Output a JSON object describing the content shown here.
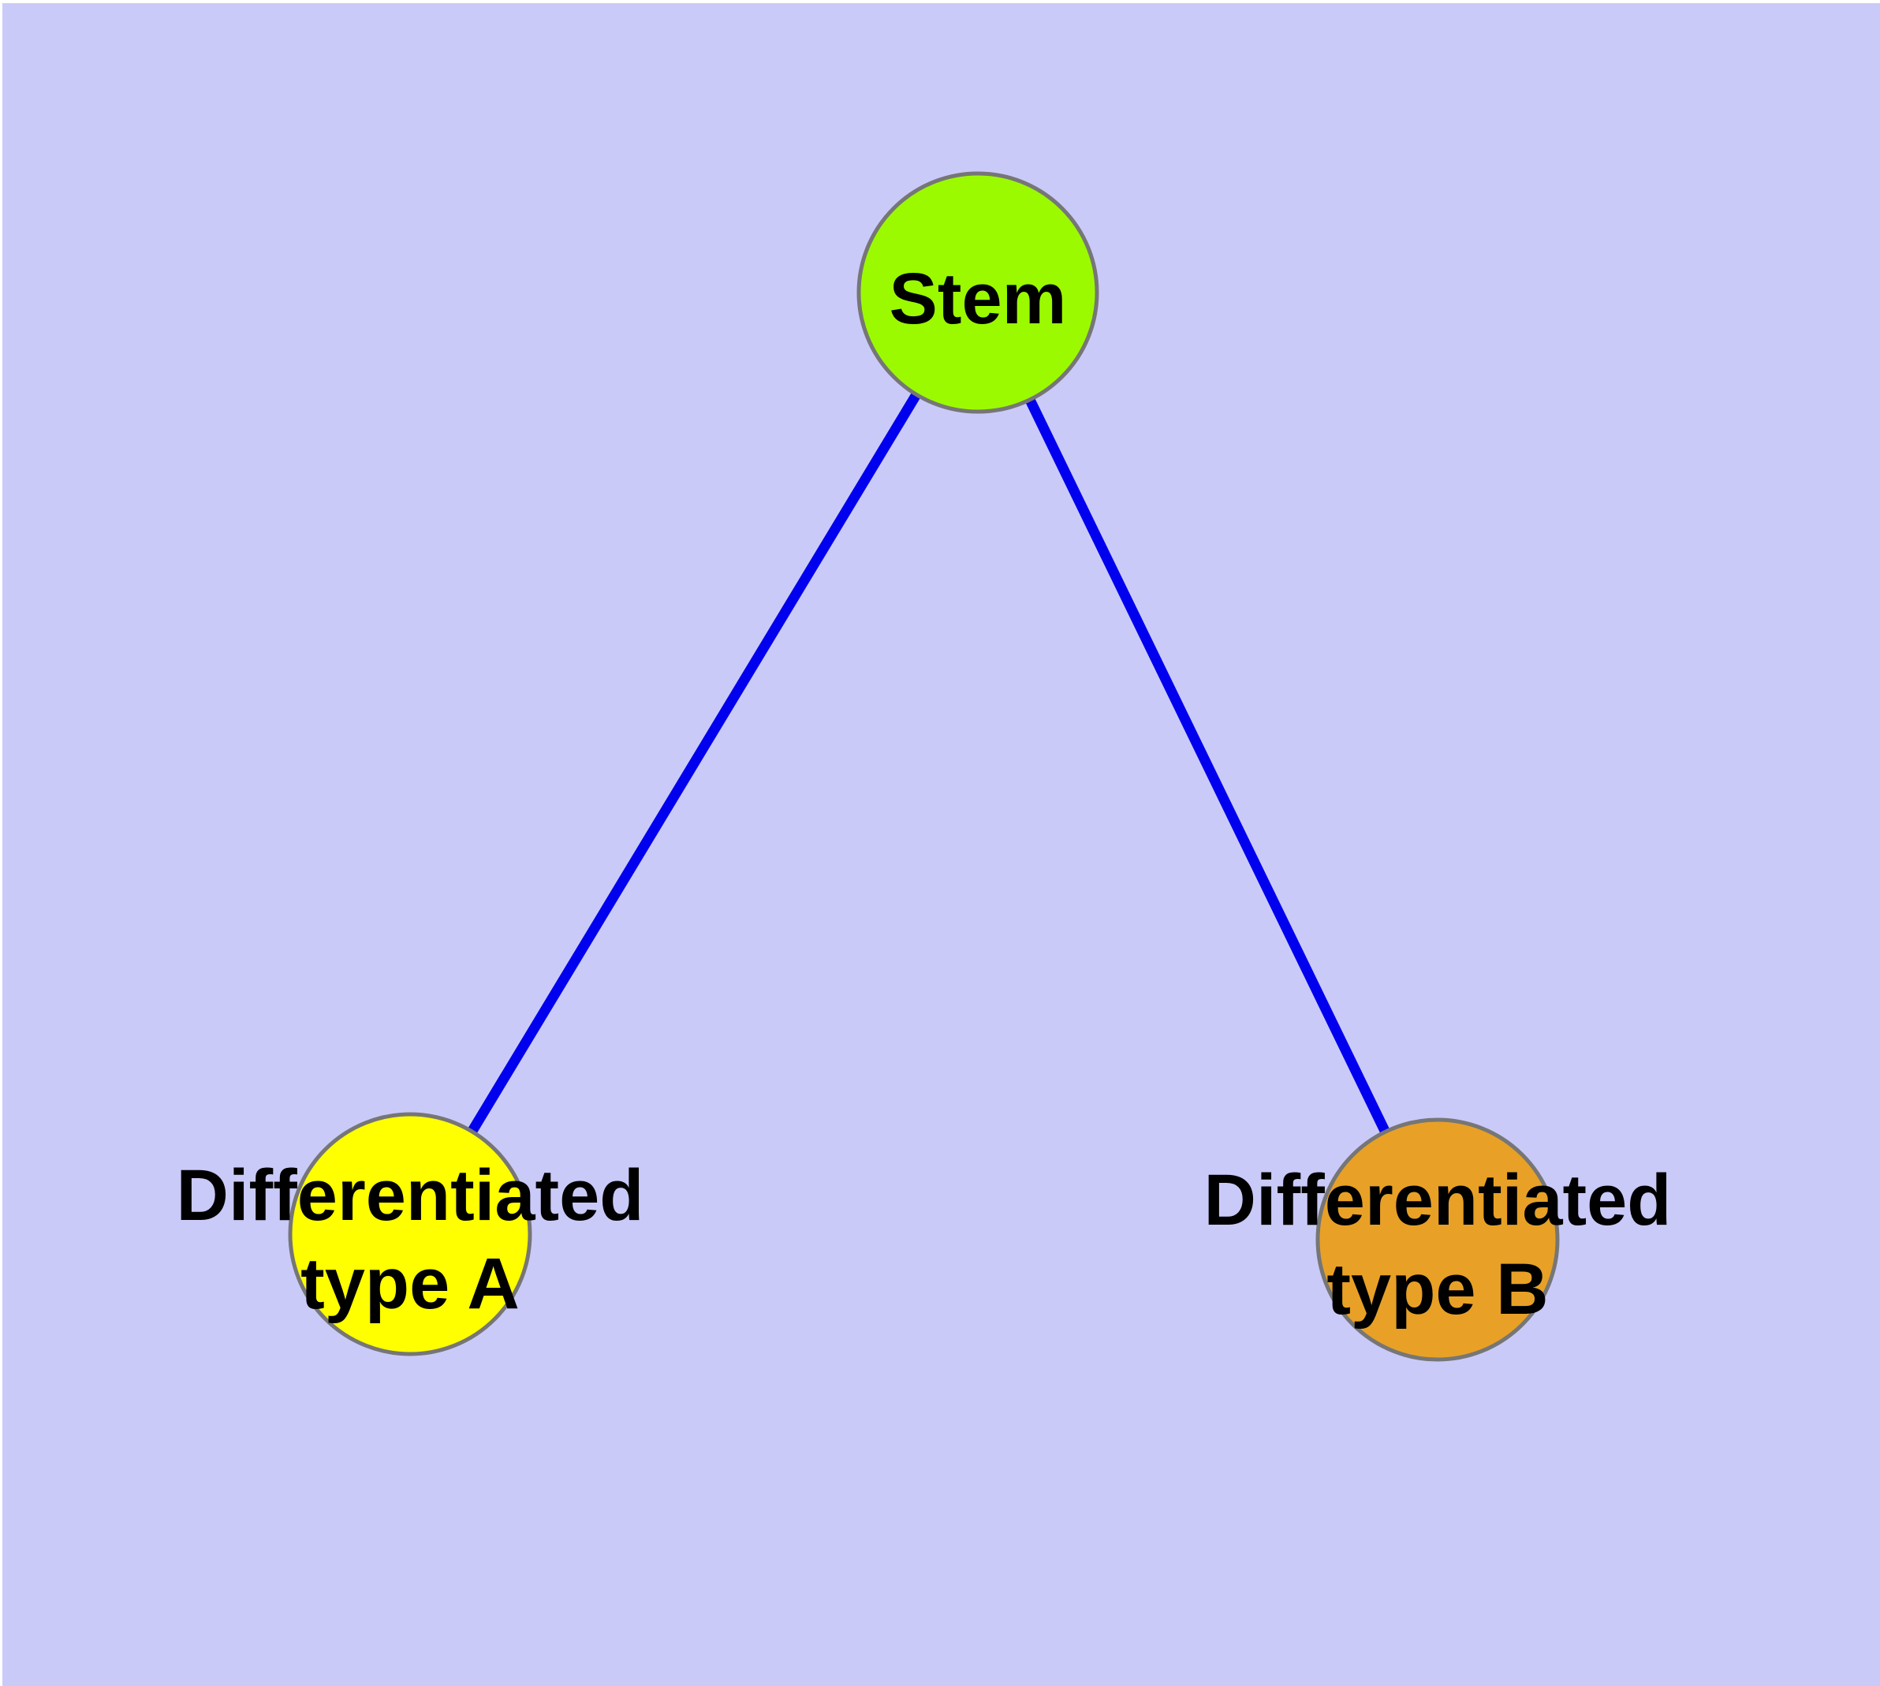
{
  "diagram": {
    "type": "graph",
    "description": "Cell differentiation tree: a Stem node connected by two edges to Differentiated type A and Differentiated type B nodes",
    "colors": {
      "background": "#cacaf9",
      "page_margin": "#ffffff",
      "edge": "#0000ee",
      "node_border": "#767676",
      "label_text": "#000000"
    },
    "nodes": [
      {
        "id": "stem",
        "label": "Stem",
        "color": "#9bfa00"
      },
      {
        "id": "differentiated-type-a",
        "label": "Differentiated type A",
        "label_line1": "Differentiated",
        "label_line2": "type A",
        "color": "#ffff00"
      },
      {
        "id": "differentiated-type-b",
        "label": "Differentiated type B",
        "label_line1": "Differentiated",
        "label_line2": "type B",
        "color": "#e8a126"
      }
    ],
    "edges": [
      {
        "from": "stem",
        "to": "differentiated-type-a"
      },
      {
        "from": "stem",
        "to": "differentiated-type-b"
      }
    ]
  }
}
